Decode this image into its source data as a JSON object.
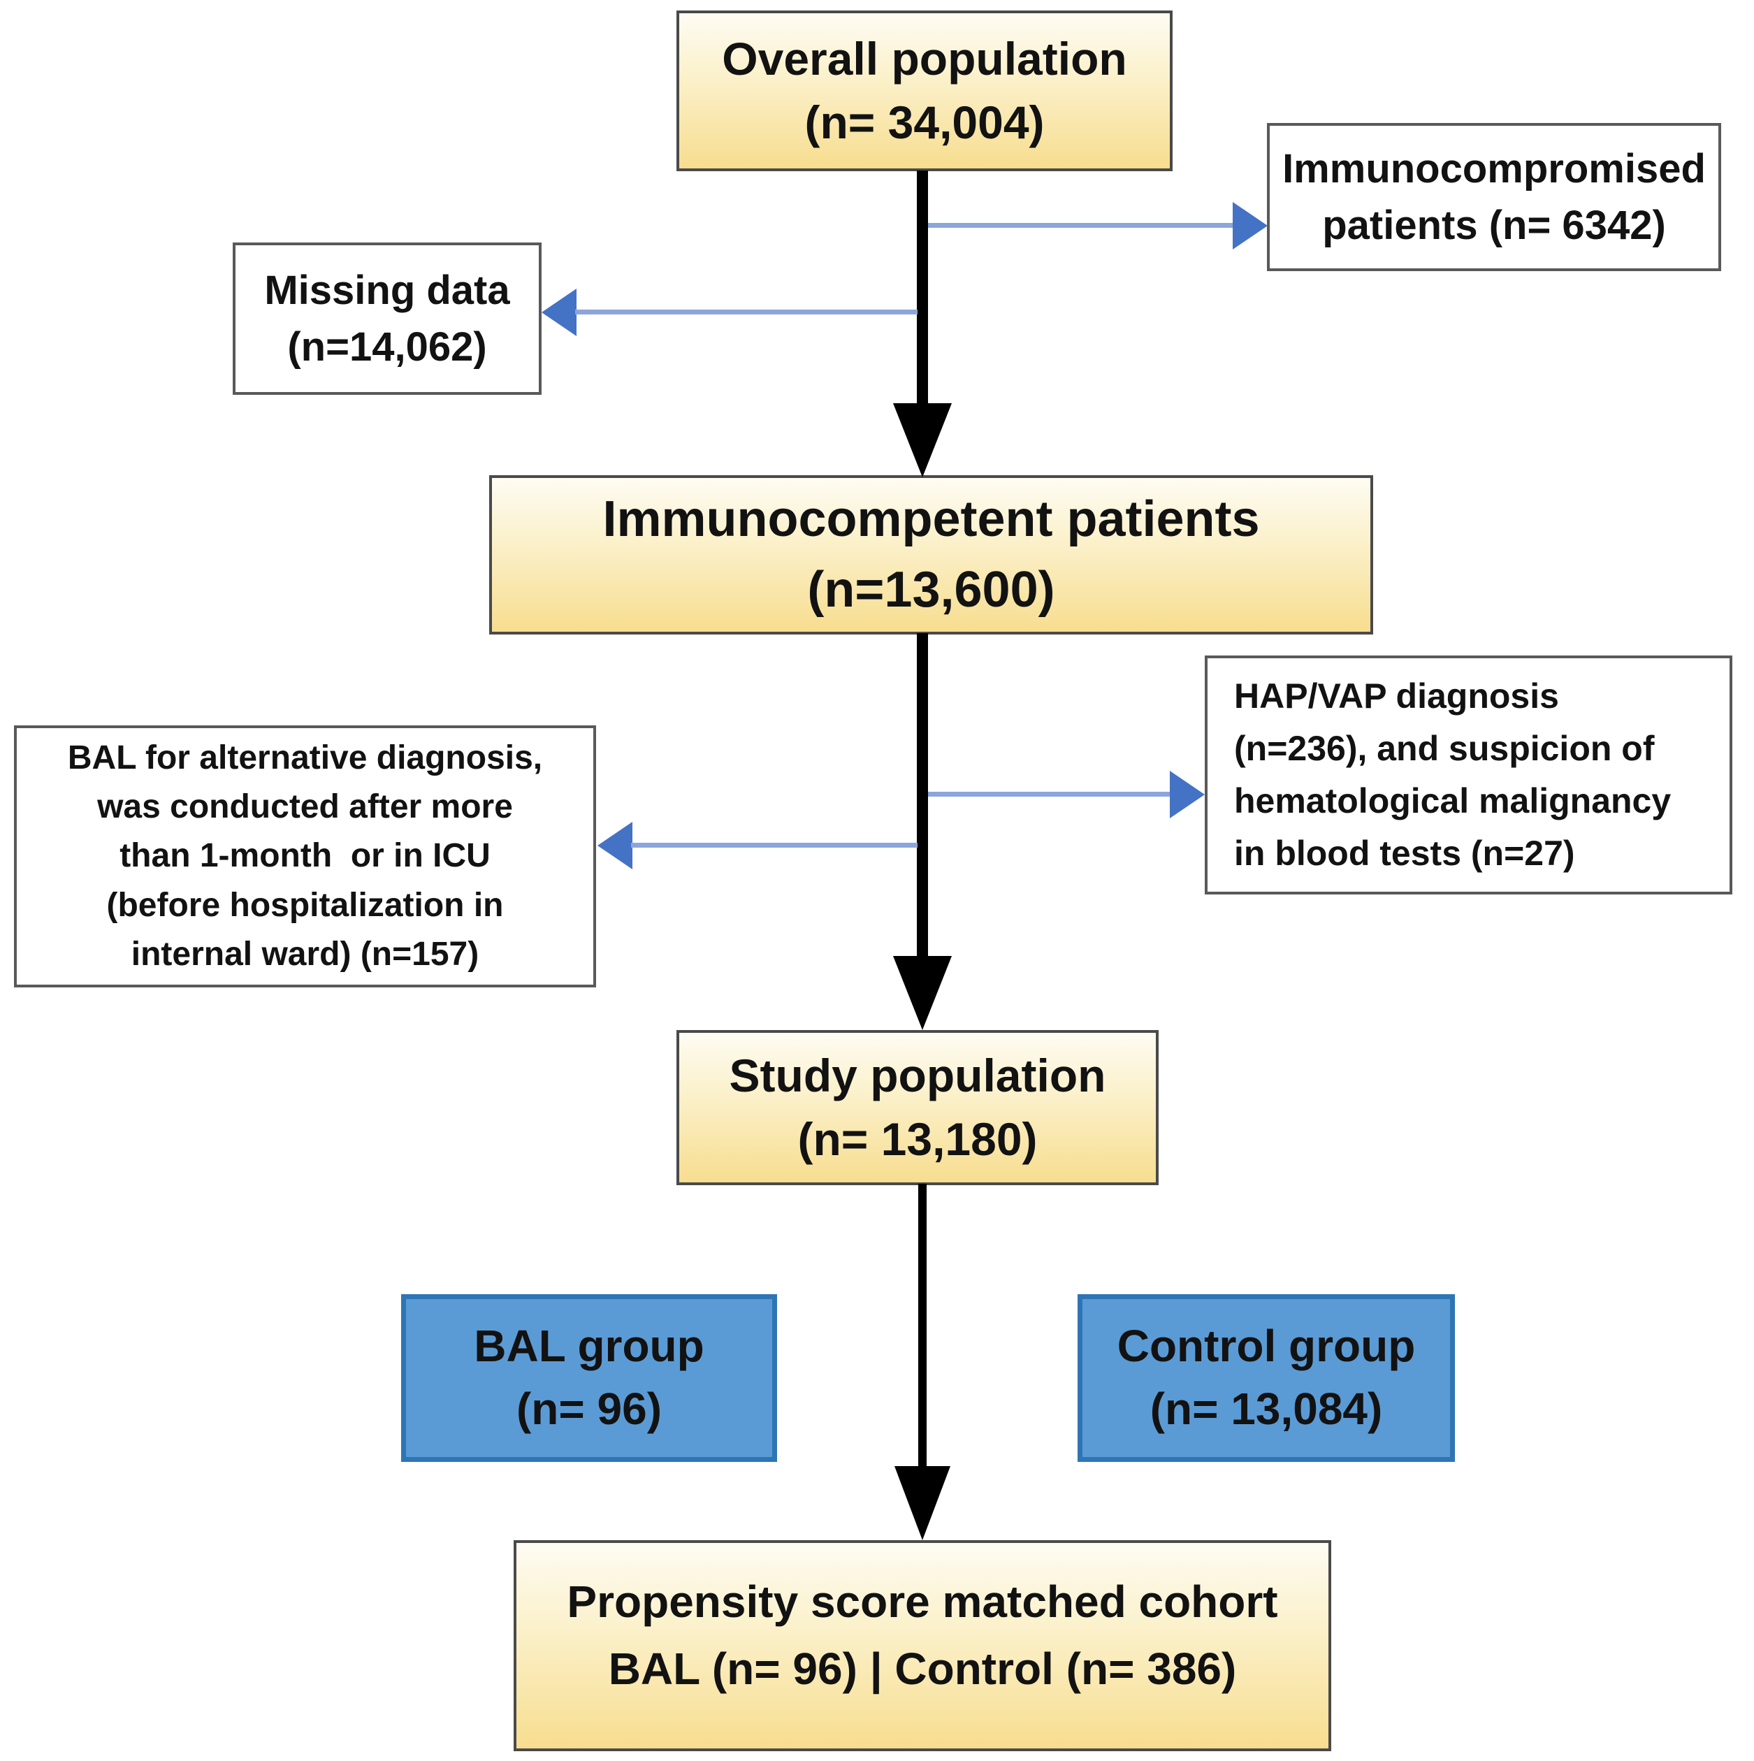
{
  "diagram": {
    "type": "patient-flow-diagram",
    "palette": {
      "stage_box_fill_top": "#FEFCF3",
      "stage_box_fill_bottom": "#F7DD8F",
      "stage_box_border": "#4A4A4A",
      "exclusion_box_fill": "#FFFFFF",
      "exclusion_box_border": "#595959",
      "group_box_fill": "#5B9BD5",
      "group_box_border": "#2E75B6",
      "main_arrow_color": "#000000",
      "branch_arrow_line_color": "#8CA6DC",
      "branch_arrow_head_color": "#4472C4",
      "text_color": "#121212"
    },
    "nodes": {
      "overall": {
        "lines": [
          "Overall population",
          "(n= 34,004)"
        ]
      },
      "immunocompromised": {
        "lines": [
          "Immunocompromised",
          "patients (n= 6342)"
        ]
      },
      "missing": {
        "lines": [
          "Missing data",
          "(n=14,062)"
        ]
      },
      "immunocompetent": {
        "lines": [
          "Immunocompetent patients",
          "(n=13,600)"
        ]
      },
      "hap_vap": {
        "lines": [
          "HAP/VAP diagnosis",
          "(n=236), and suspicion of",
          "hematological malignancy",
          "in blood tests (n=27)"
        ]
      },
      "bal_alternative": {
        "lines": [
          "BAL for alternative diagnosis,",
          "was conducted after more",
          "than 1-month  or in ICU",
          "(before hospitalization in",
          "internal ward) (n=157)"
        ]
      },
      "study": {
        "lines": [
          "Study population",
          "(n= 13,180)"
        ]
      },
      "bal_group": {
        "lines": [
          "BAL group",
          "(n= 96)"
        ]
      },
      "control_group": {
        "lines": [
          "Control group",
          "(n= 13,084)"
        ]
      },
      "propensity": {
        "lines": [
          "Propensity score matched cohort",
          "BAL (n= 96) | Control (n= 386)"
        ]
      }
    }
  }
}
